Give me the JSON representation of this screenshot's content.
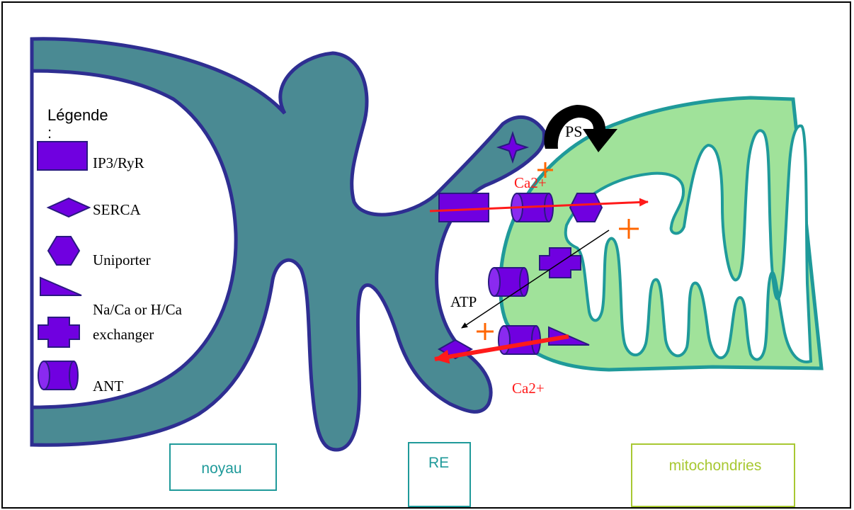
{
  "legend": {
    "title": "Légende",
    "title_colon": ":",
    "items": [
      {
        "label": "IP3/RyR",
        "icon": "rectangle-icon"
      },
      {
        "label": "SERCA",
        "icon": "diamond-icon"
      },
      {
        "label": "Uniporter",
        "icon": "hexagon-icon"
      },
      {
        "label": "Na/Ca or H/Ca",
        "label2": "exchanger",
        "icon": "triangle-icon"
      },
      {
        "label": "ANT",
        "icon": "cylinder-icon"
      }
    ]
  },
  "labels": {
    "ps": "PS",
    "ca_top": "Ca2+",
    "ca_bottom": "Ca2+",
    "atp": "ATP",
    "plus": "+"
  },
  "boxes": {
    "nucleus": "noyau",
    "er": "RE",
    "mito": "mitochondries"
  },
  "colors": {
    "er_fill": "#4a8a93",
    "er_stroke": "#2e2e91",
    "mito_fill": "#a0e29a",
    "mito_stroke": "#1f9a9a",
    "protein_fill": "#7000e0",
    "protein_stroke": "#2a1a80",
    "arrow_red": "#ff1a1a",
    "plus_orange": "#ff6600",
    "box_teal": "#1f9a9a",
    "box_green": "#a8c832"
  }
}
